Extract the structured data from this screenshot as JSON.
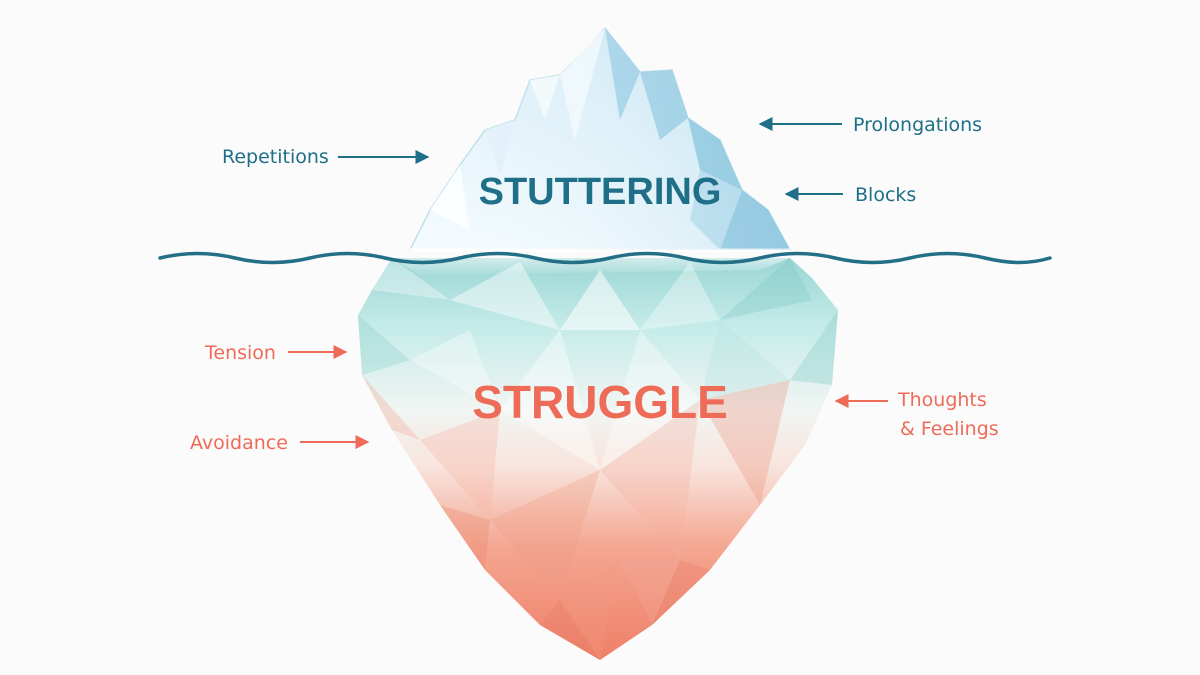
{
  "diagram": {
    "above_water": {
      "title": "STUTTERING",
      "labels": {
        "repetitions": "Repetitions",
        "prolongations": "Prolongations",
        "blocks": "Blocks"
      }
    },
    "below_water": {
      "title": "STRUGGLE",
      "labels": {
        "tension": "Tension",
        "avoidance": "Avoidance",
        "thoughts_line1": "Thoughts",
        "thoughts_line2": "& Feelings"
      }
    }
  },
  "colors": {
    "background": "#fbfbfb",
    "teal_text": "#1e6f87",
    "coral_text": "#ee6b57",
    "water_line": "#236f86",
    "ice_light": "#eef7fb",
    "ice_blue": "#8fcbe1",
    "underwater_teal": "#9fd9d8",
    "underwater_coral": "#f2866f"
  }
}
